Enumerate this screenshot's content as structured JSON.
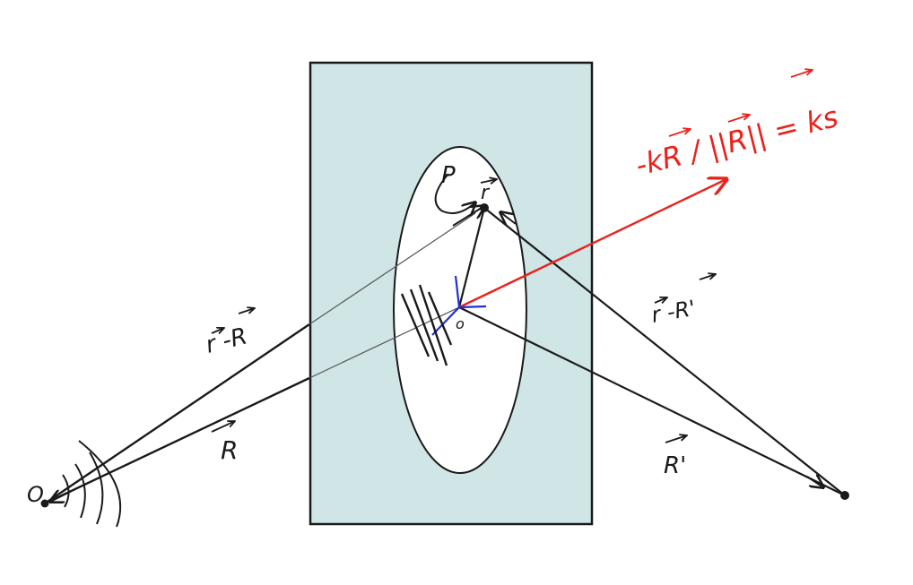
{
  "labels": {
    "source_point": "O",
    "detector_point": "",
    "origin": "o",
    "scatter_point": "r",
    "region": "P",
    "vec_r_minus_R": "r -R",
    "vec_R": "R",
    "vec_r_minus_Rprime": "r -R'",
    "vec_Rprime": "R'",
    "wavevector_expr": "-kR / ||R|| = ks"
  },
  "colors": {
    "panel_fill": "#cfe5e6",
    "accent_red": "#e8231c",
    "axes_blue": "#1f2fd6",
    "ink": "#1a1a1a"
  }
}
